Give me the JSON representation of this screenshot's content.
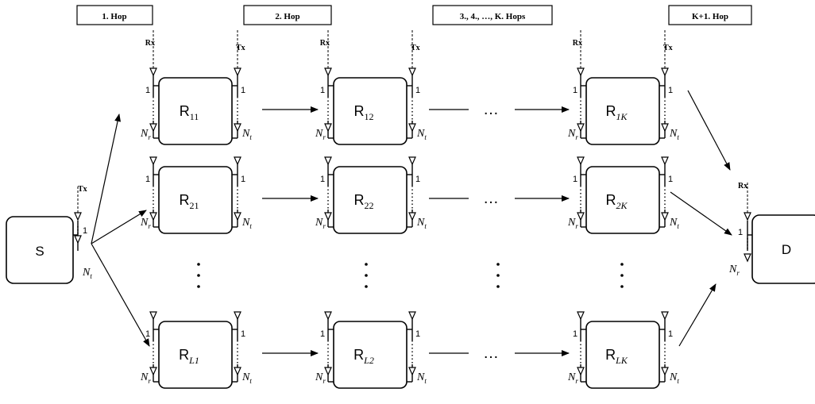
{
  "hops": [
    "1. Hop",
    "2. Hop",
    "3., 4., …, K. Hops",
    "K+1. Hop"
  ],
  "source": {
    "label": "S",
    "tx_label": "Tx",
    "ant_first": "1",
    "ant_last": "Nt"
  },
  "destination": {
    "label": "D",
    "rx_label": "Rx",
    "ant_first": "1",
    "ant_last": "Nr"
  },
  "relay_rows": [
    {
      "row": "1",
      "cols": [
        "11",
        "12",
        "1K"
      ]
    },
    {
      "row": "2",
      "cols": [
        "21",
        "22",
        "2K"
      ]
    },
    {
      "row": "L",
      "cols": [
        "L1",
        "L2",
        "LK"
      ]
    }
  ],
  "antenna_labels": {
    "rx": "Rx",
    "tx": "Tx",
    "first": "1",
    "rx_last": "Nr",
    "tx_last": "Nt"
  },
  "relay_prefix": "R",
  "ellipsis": "…"
}
